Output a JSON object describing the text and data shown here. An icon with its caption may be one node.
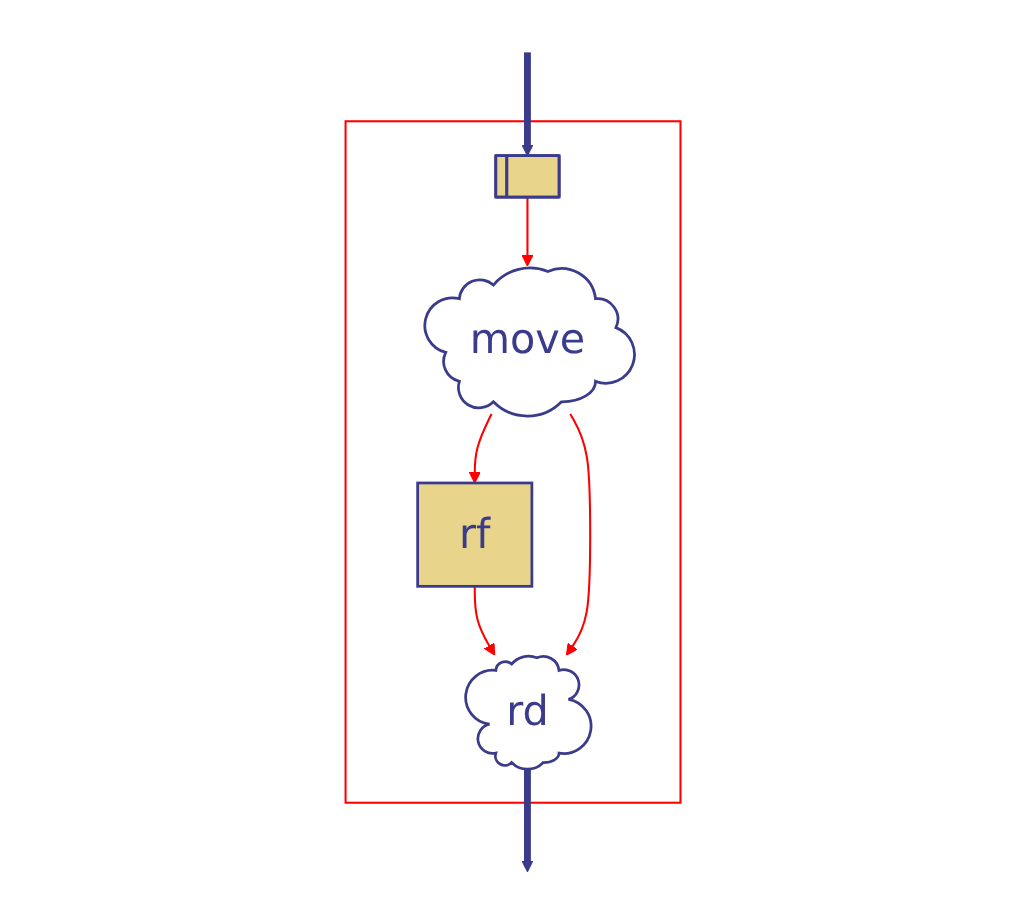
{
  "diagram": {
    "nodes": [
      {
        "text": [],
        "shape": "box"
      },
      {
        "text": [
          "rd"
        ],
        "in": 0
      },
      {
        "text": [
          "rf"
        ],
        "in": 0
      },
      {
        "text": [
          "move"
        ],
        "in": 0
      },
      {
        "text": [],
        "shape": "bar",
        "in": 0
      }
    ],
    "edges": [
      {
        "from": 2,
        "to": 1,
        "arrow": "to"
      },
      {
        "from": 3,
        "to": 1,
        "arrow": "to"
      },
      {
        "from": 3,
        "to": 2,
        "arrow": "to"
      },
      {
        "from": 4,
        "to": 3,
        "arrow": "to"
      },
      {
        "from": 1,
        "to": null,
        "arrow": "to",
        "style": "thick",
        "color": "#3b3b8c"
      },
      {
        "from": null,
        "to": 4,
        "arrow": "to",
        "style": "thick",
        "color": "#3b3b8c"
      }
    ]
  }
}
